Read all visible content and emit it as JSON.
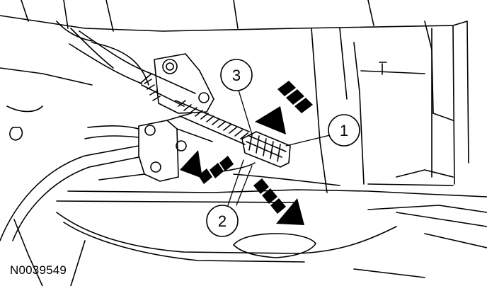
{
  "figure_id": "N0039549",
  "callouts": [
    {
      "label": "1"
    },
    {
      "label": "2"
    },
    {
      "label": "3"
    }
  ],
  "colors": {
    "line": "#000000",
    "background": "#ffffff",
    "arrow": "#000000"
  }
}
